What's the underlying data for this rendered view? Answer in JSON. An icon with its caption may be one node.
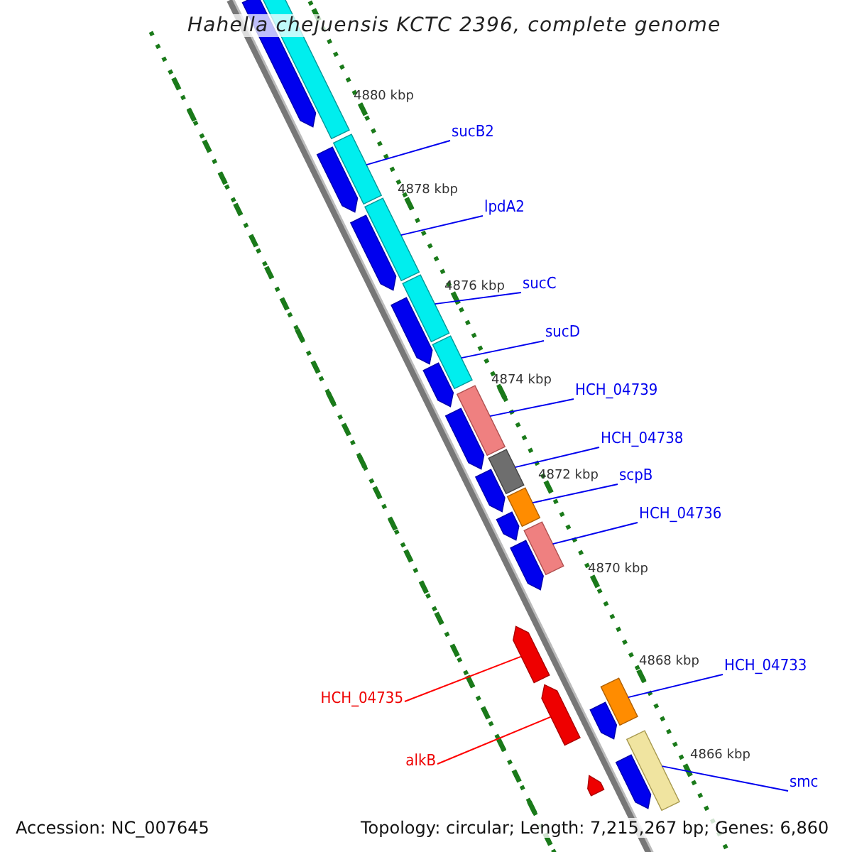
{
  "diagram": {
    "title": "Hahella chejuensis KCTC 2396, complete genome",
    "nodes": [
      {
        "text": [
          "sucB2"
        ]
      },
      {
        "text": [
          "lpdA2"
        ]
      },
      {
        "text": [
          "sucC"
        ]
      },
      {
        "text": [
          "sucD"
        ]
      },
      {
        "text": [
          "HCH_04739"
        ]
      },
      {
        "text": [
          "HCH_04738"
        ]
      },
      {
        "text": [
          "scpB"
        ]
      },
      {
        "text": [
          "HCH_04736"
        ]
      },
      {
        "text": [
          "HCH_04733"
        ]
      },
      {
        "text": [
          "smc"
        ]
      },
      {
        "text": [
          "HCH_04735"
        ]
      },
      {
        "text": [
          "alkB"
        ]
      },
      {
        "text": [],
        "shape": "bar"
      },
      {
        "text": [],
        "shape": "bar"
      },
      {
        "text": [],
        "shape": "bar"
      },
      {
        "text": [],
        "shape": "bar"
      },
      {
        "text": [],
        "shape": "bar"
      },
      {
        "text": [],
        "shape": "bar"
      },
      {
        "text": [],
        "shape": "bar"
      },
      {
        "text": [],
        "shape": "bar"
      },
      {
        "text": [],
        "shape": "bar"
      },
      {
        "text": [],
        "shape": "bar"
      },
      {
        "text": [],
        "shape": "bar"
      },
      {
        "text": [],
        "shape": "bar"
      },
      {
        "text": [],
        "shape": "bar"
      },
      {
        "text": [],
        "shape": "bar"
      },
      {
        "text": [],
        "shape": "bar"
      },
      {
        "text": [],
        "shape": "bar"
      },
      {
        "text": [],
        "shape": "bar"
      },
      {
        "text": [],
        "shape": "bar"
      },
      {
        "text": [],
        "shape": "bar"
      },
      {
        "text": [],
        "shape": "bar"
      },
      {
        "text": [],
        "shape": "bar"
      },
      {
        "text": [],
        "shape": "bar"
      },
      {
        "text": [],
        "shape": "bar"
      },
      {
        "text": [],
        "shape": "bar"
      },
      {
        "text": [],
        "shape": "bar"
      }
    ],
    "edges": [
      {
        "from": 0,
        "to": 12,
        "arrow": "none"
      },
      {
        "from": 1,
        "to": 13,
        "arrow": "none"
      },
      {
        "from": 2,
        "to": 14,
        "arrow": "none"
      },
      {
        "from": 3,
        "to": 15,
        "arrow": "none"
      },
      {
        "from": 4,
        "to": 16,
        "arrow": "none"
      },
      {
        "from": 5,
        "to": 17,
        "arrow": "none"
      },
      {
        "from": 6,
        "to": 18,
        "arrow": "none"
      },
      {
        "from": 7,
        "to": 19,
        "arrow": "none"
      },
      {
        "from": 8,
        "to": 20,
        "arrow": "none"
      },
      {
        "from": 9,
        "to": 21,
        "arrow": "none"
      },
      {
        "from": 10,
        "to": 22,
        "arrow": "none",
        "color": "#ff0000"
      },
      {
        "from": 11,
        "to": 23,
        "arrow": "none",
        "color": "#ff0000"
      }
    ],
    "labels": [
      "4880 kbp",
      "4878 kbp",
      "4876 kbp",
      "4874 kbp",
      "4872 kbp",
      "4870 kbp",
      "4868 kbp",
      "4866 kbp",
      "Accession: NC_007645",
      "Topology: circular; Length: 7,215,267 bp; Genes: 6,860"
    ]
  }
}
